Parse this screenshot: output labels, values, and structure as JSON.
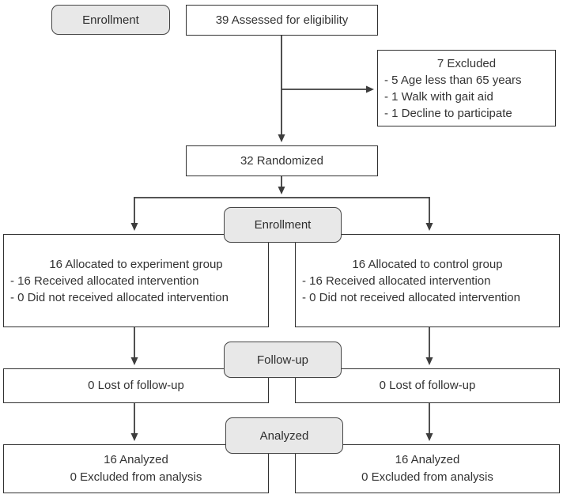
{
  "diagram": {
    "stage_labels": {
      "enrollment_top": "Enrollment",
      "enrollment_mid": "Enrollment",
      "followup": "Follow-up",
      "analyzed": "Analyzed"
    },
    "assessed": {
      "text": "39 Assessed for eligibility"
    },
    "excluded": {
      "title": "7 Excluded",
      "items": [
        "- 5 Age less than 65 years",
        "- 1 Walk with gait aid",
        "- 1 Decline to participate"
      ]
    },
    "randomized": {
      "text": "32 Randomized"
    },
    "allocation": {
      "left": {
        "title": "16 Allocated to experiment group",
        "items": [
          "- 16 Received allocated intervention",
          "- 0 Did not received allocated intervention"
        ]
      },
      "right": {
        "title": "16 Allocated to control group",
        "items": [
          "- 16 Received allocated intervention",
          "- 0 Did not received allocated intervention"
        ]
      }
    },
    "followup": {
      "left": "0 Lost of follow-up",
      "right": "0 Lost of follow-up"
    },
    "analysis": {
      "left": {
        "line1": "16 Analyzed",
        "line2": "0 Excluded from analysis"
      },
      "right": {
        "line1": "16 Analyzed",
        "line2": "0 Excluded from analysis"
      }
    },
    "colors": {
      "stage_fill": "#e8e8e8",
      "box_border": "#313131",
      "connector": "#3d3d3d",
      "text": "#333333"
    }
  }
}
